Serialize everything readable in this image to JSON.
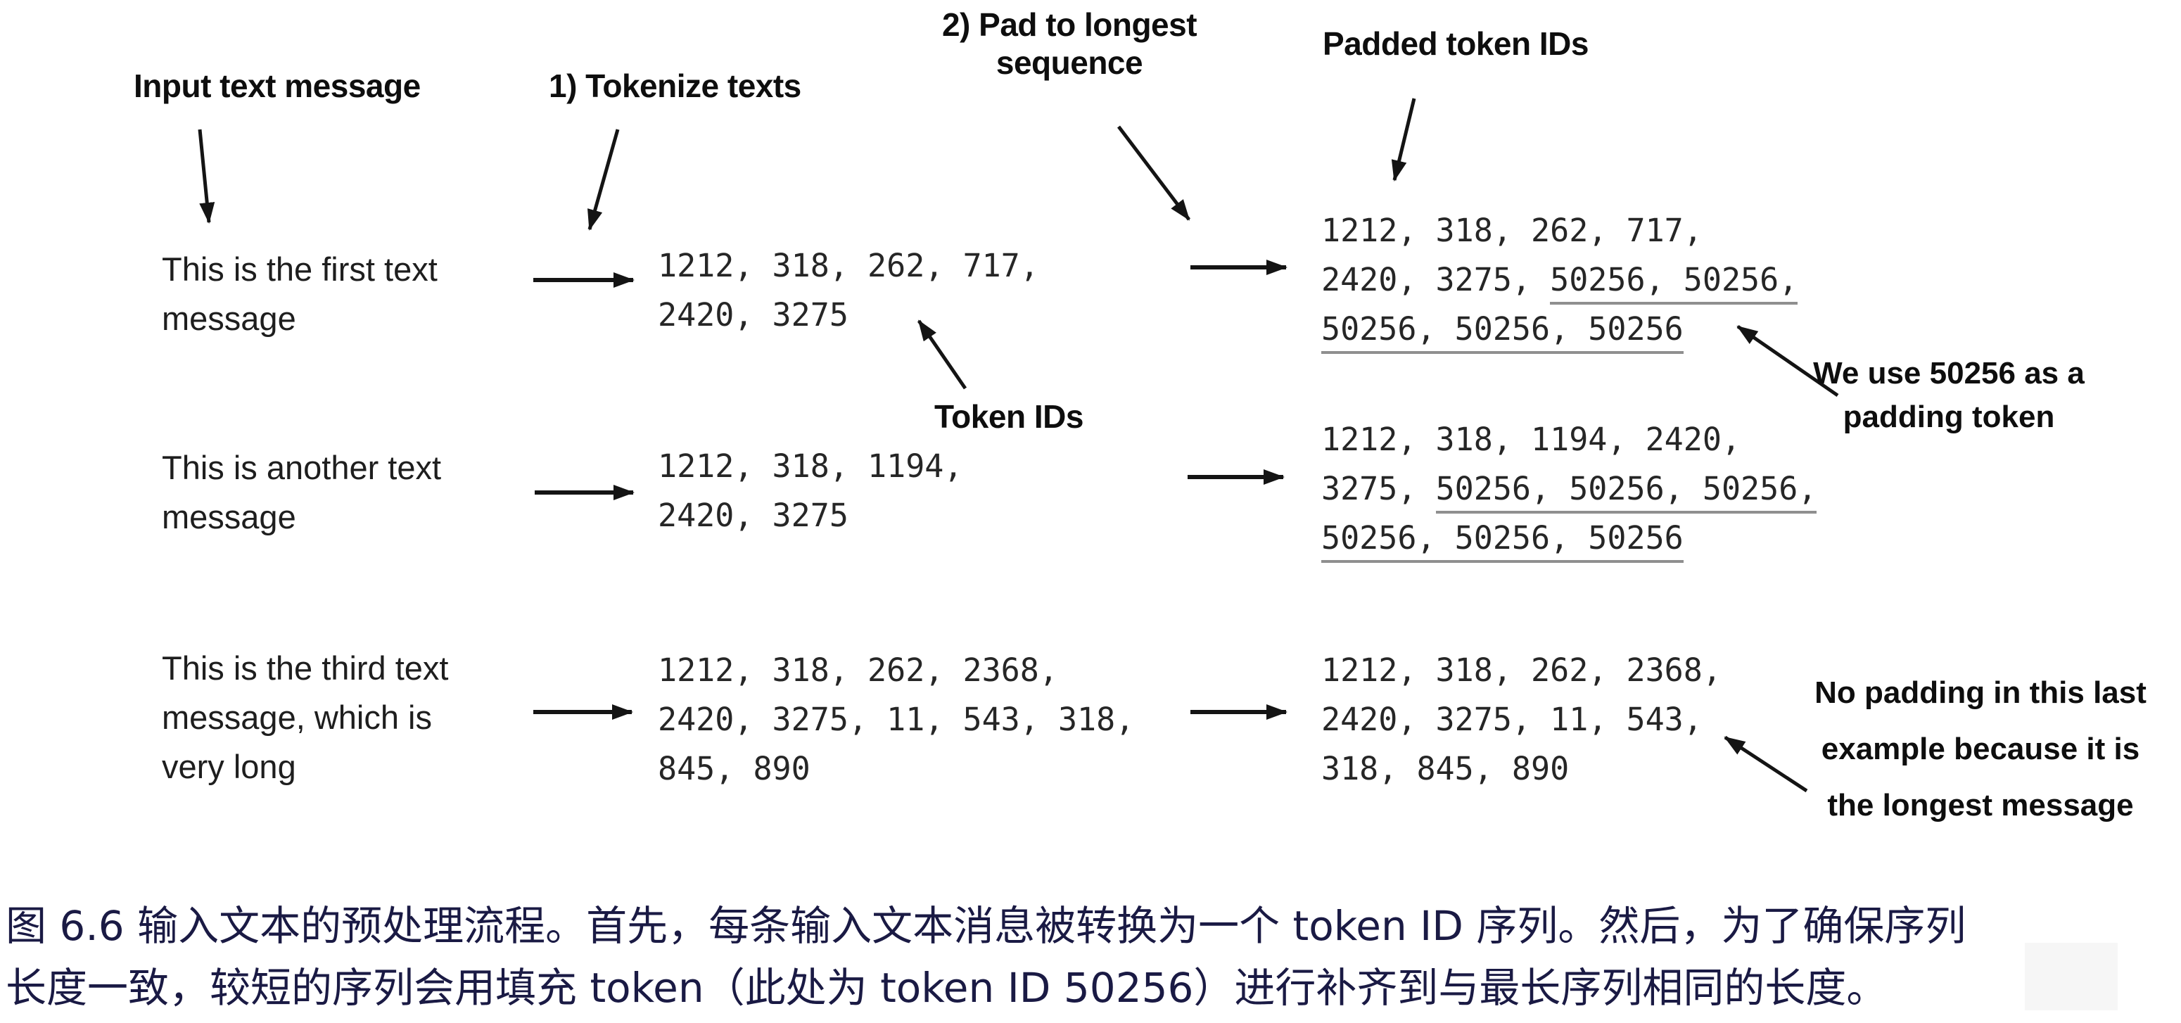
{
  "figure": {
    "header_labels": {
      "input": "Input text message",
      "tokenize": "1) Tokenize texts",
      "pad_line1": "2) Pad to longest",
      "pad_line2": "sequence",
      "padded_ids": "Padded token IDs",
      "token_ids": "Token IDs"
    },
    "rows": [
      {
        "message_lines": [
          "This is the first text",
          "message"
        ],
        "token_lines": [
          "1212, 318, 262, 717,",
          "2420, 3275"
        ],
        "padded_lines": [
          {
            "pre": "1212, 318, 262, 717,",
            "und": ""
          },
          {
            "pre": "2420, 3275, ",
            "und": "50256, 50256,"
          },
          {
            "pre": "",
            "und": "50256, 50256, 50256"
          }
        ]
      },
      {
        "message_lines": [
          "This is another text",
          "message"
        ],
        "token_lines": [
          "1212, 318, 1194,",
          "2420, 3275"
        ],
        "padded_lines": [
          {
            "pre": "1212, 318, 1194, 2420,",
            "und": ""
          },
          {
            "pre": "3275, ",
            "und": "50256, 50256, 50256,"
          },
          {
            "pre": "",
            "und": "50256, 50256, 50256"
          }
        ]
      },
      {
        "message_lines": [
          "This is the third text",
          "message, which is",
          "very long"
        ],
        "token_lines": [
          "1212, 318, 262, 2368,",
          "2420, 3275, 11, 543, 318,",
          "845, 890"
        ],
        "padded_lines": [
          {
            "pre": "1212, 318, 262, 2368,",
            "und": ""
          },
          {
            "pre": "2420, 3275, 11, 543,",
            "und": ""
          },
          {
            "pre": "318, 845, 890",
            "und": ""
          }
        ]
      }
    ],
    "annotations": {
      "padding_note_lines": [
        "We use 50256 as a",
        "padding token"
      ],
      "no_padding_note_lines": [
        "No padding in this last",
        "example because it is",
        "the longest message"
      ]
    },
    "caption": {
      "line1": "图 6.6 输入文本的预处理流程。首先，每条输入文本消息被转换为一个 token ID 序列。然后，为了确保序列",
      "line2": "长度一致，较短的序列会用填充 token（此处为 token ID 50256）进行补齐到与最长序列相同的长度。"
    },
    "colors": {
      "diagram_text": "#0e0e0e",
      "mono_text": "#262626",
      "underline": "#8f8f8f",
      "caption_text": "#1a1a44",
      "background": "#ffffff"
    }
  }
}
